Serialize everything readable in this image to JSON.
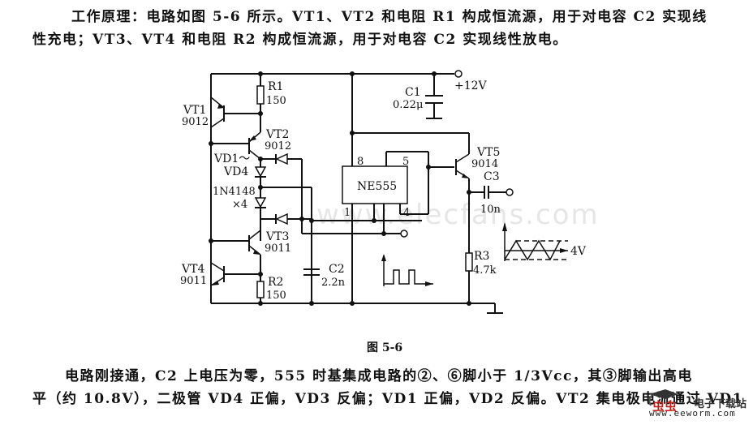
{
  "text": {
    "para1_line1": "工作原理：电路如图 5-6 所示。VT1、VT2 和电阻 R1 构成恒流源，用于对电容 C2 实现线",
    "para1_line2": "性充电；VT3、VT4 和电阻 R2 构成恒流源，用于对电容 C2 实现线性放电。",
    "caption": "图 5-6",
    "para2_line1": "电路刚接通，C2 上电压为零，555 时基集成电路的②、⑥脚小于 1/3Vcc，其③脚输出高电",
    "para2_line2": "平（约 10.8V），二极管 VD4 正偏，VD3 反偏；VD1 正偏，VD2 反偏。VT2 集电极电流通过 VD1"
  },
  "circuit": {
    "supply": "+12V",
    "components": {
      "VT1": {
        "name": "VT1",
        "part": "9012"
      },
      "VT2": {
        "name": "VT2",
        "part": "9012"
      },
      "VT3": {
        "name": "VT3",
        "part": "9011"
      },
      "VT4": {
        "name": "VT4",
        "part": "9011"
      },
      "VT5": {
        "name": "VT5",
        "part": "9014"
      },
      "R1": {
        "name": "R1",
        "value": "150"
      },
      "R2": {
        "name": "R2",
        "value": "150"
      },
      "R3": {
        "name": "R3",
        "value": "4.7k"
      },
      "C1": {
        "name": "C1",
        "value": "0.22μ"
      },
      "C2": {
        "name": "C2",
        "value": "2.2n"
      },
      "C3": {
        "name": "C3",
        "value": "10n"
      },
      "diodes": {
        "range": "VD1～",
        "range_end": "VD4",
        "part": "1N4148",
        "qty": "×4"
      },
      "ic": {
        "name": "NE555",
        "pin1": "1",
        "pin4": "4",
        "pin5": "5",
        "pin8": "8"
      }
    },
    "waveform_label": "4V"
  },
  "watermark": {
    "site": "www.eeworm.com",
    "cn": "电子下载站",
    "ghost": "www.elecfans.com"
  }
}
